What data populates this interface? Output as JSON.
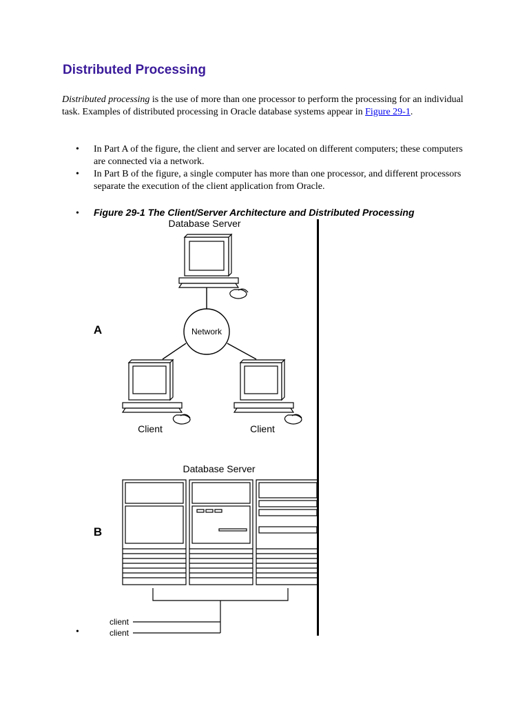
{
  "heading": "Distributed Processing",
  "intro": {
    "term": "Distributed processing",
    "text_before_link": " is the use of more than one processor to perform the processing for an individual task. Examples of distributed processing in Oracle database systems appear in ",
    "link": "Figure 29-1",
    "text_after_link": "."
  },
  "bullets": [
    "In Part A of the figure, the client and server are located on different computers; these computers are connected via a network.",
    "In Part B of the figure, a single computer has more than one processor, and different processors separate the execution of the client application from Oracle."
  ],
  "bullet_glyph": "•",
  "figure": {
    "caption": "Figure 29-1 The Client/Server Architecture and Distributed Processing",
    "part_a": {
      "label": "A",
      "server_label": "Database Server",
      "network_label": "Network",
      "client_left_label": "Client",
      "client_right_label": "Client"
    },
    "part_b": {
      "label": "B",
      "server_label": "Database Server",
      "client_labels": [
        "client",
        "client"
      ]
    }
  }
}
